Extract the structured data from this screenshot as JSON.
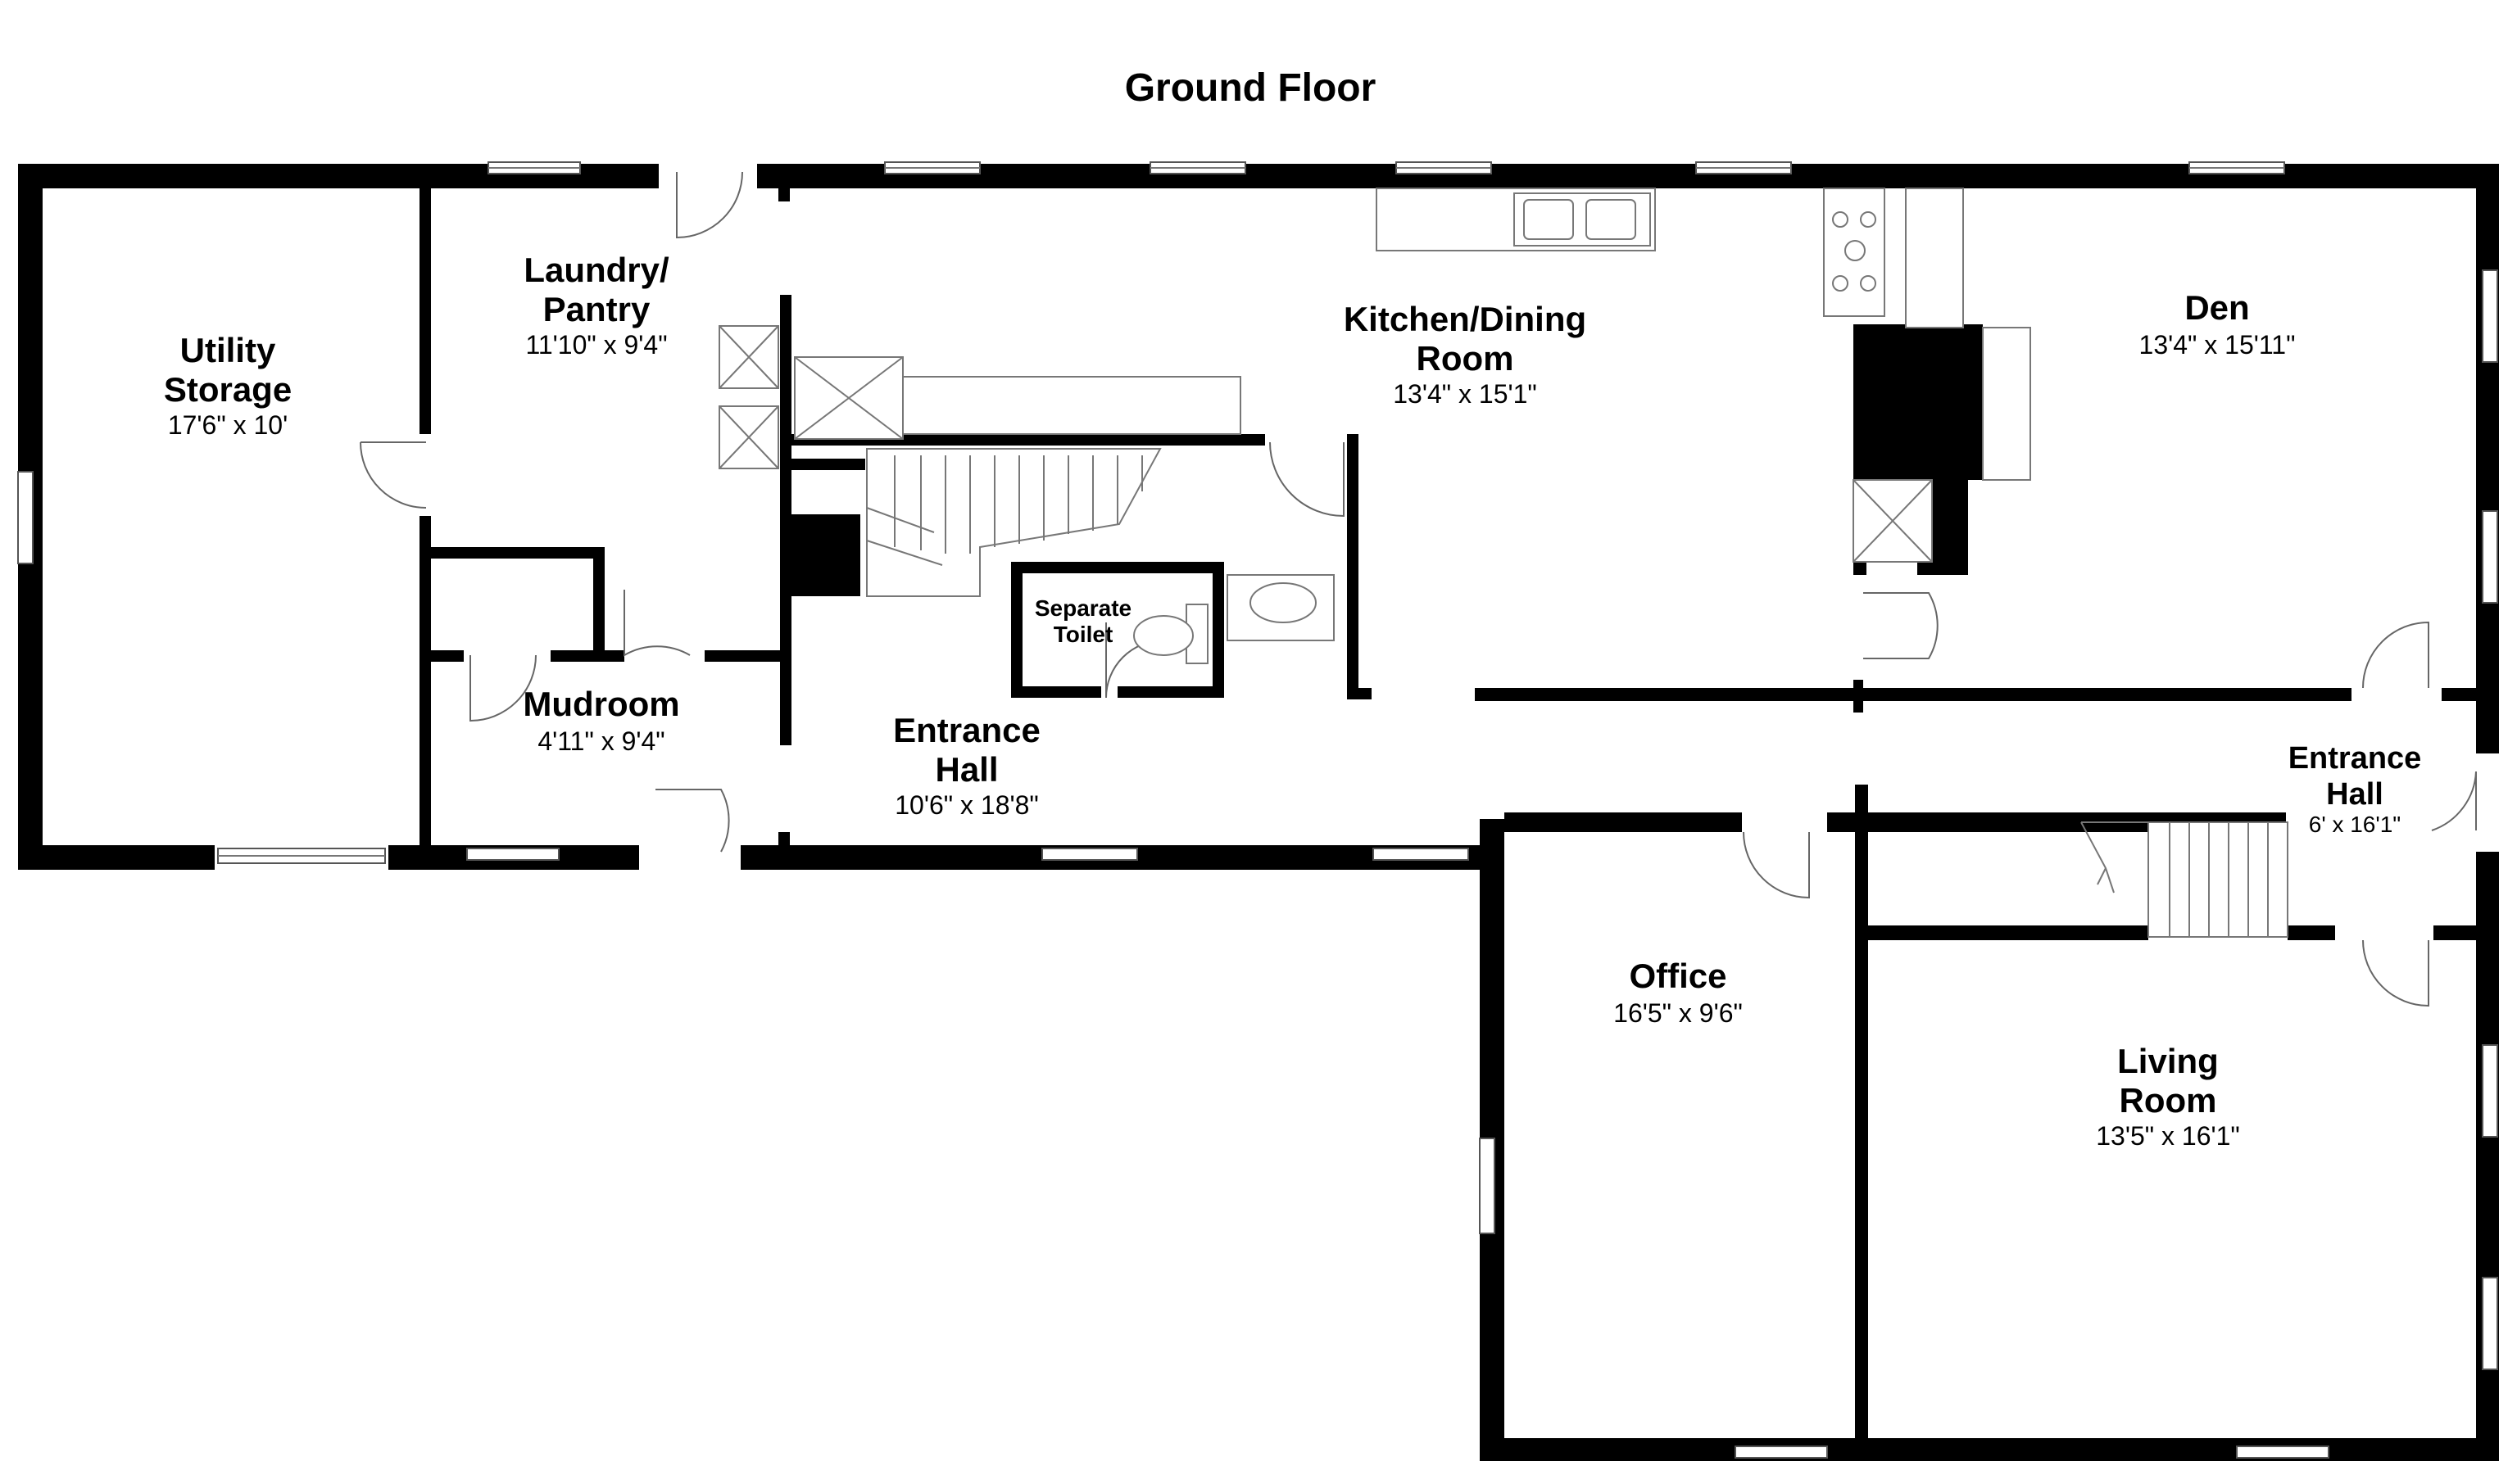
{
  "title": "Ground Floor",
  "rooms": [
    {
      "id": "utility-storage",
      "name_lines": [
        "Utility",
        "Storage"
      ],
      "dims": "17'6\" x 10'"
    },
    {
      "id": "laundry-pantry",
      "name_lines": [
        "Laundry/",
        "Pantry"
      ],
      "dims": "11'10\" x 9'4\""
    },
    {
      "id": "mudroom",
      "name_lines": [
        "Mudroom"
      ],
      "dims": "4'11\" x 9'4\""
    },
    {
      "id": "entrance-hall-main",
      "name_lines": [
        "Entrance",
        "Hall"
      ],
      "dims": "10'6\" x 18'8\""
    },
    {
      "id": "separate-toilet",
      "name_lines": [
        "Separate",
        "Toilet"
      ],
      "dims": ""
    },
    {
      "id": "kitchen-dining",
      "name_lines": [
        "Kitchen/Dining",
        "Room"
      ],
      "dims": "13'4\" x 15'1\""
    },
    {
      "id": "den",
      "name_lines": [
        "Den"
      ],
      "dims": "13'4\" x 15'11\""
    },
    {
      "id": "entrance-hall-east",
      "name_lines": [
        "Entrance",
        "Hall"
      ],
      "dims": "6' x 16'1\""
    },
    {
      "id": "office",
      "name_lines": [
        "Office"
      ],
      "dims": "16'5\" x 9'6\""
    },
    {
      "id": "living-room",
      "name_lines": [
        "Living",
        "Room"
      ],
      "dims": "13'5\" x 16'1\""
    }
  ],
  "colors": {
    "wall": "#000000",
    "background": "#ffffff",
    "fixture": "#777777"
  }
}
